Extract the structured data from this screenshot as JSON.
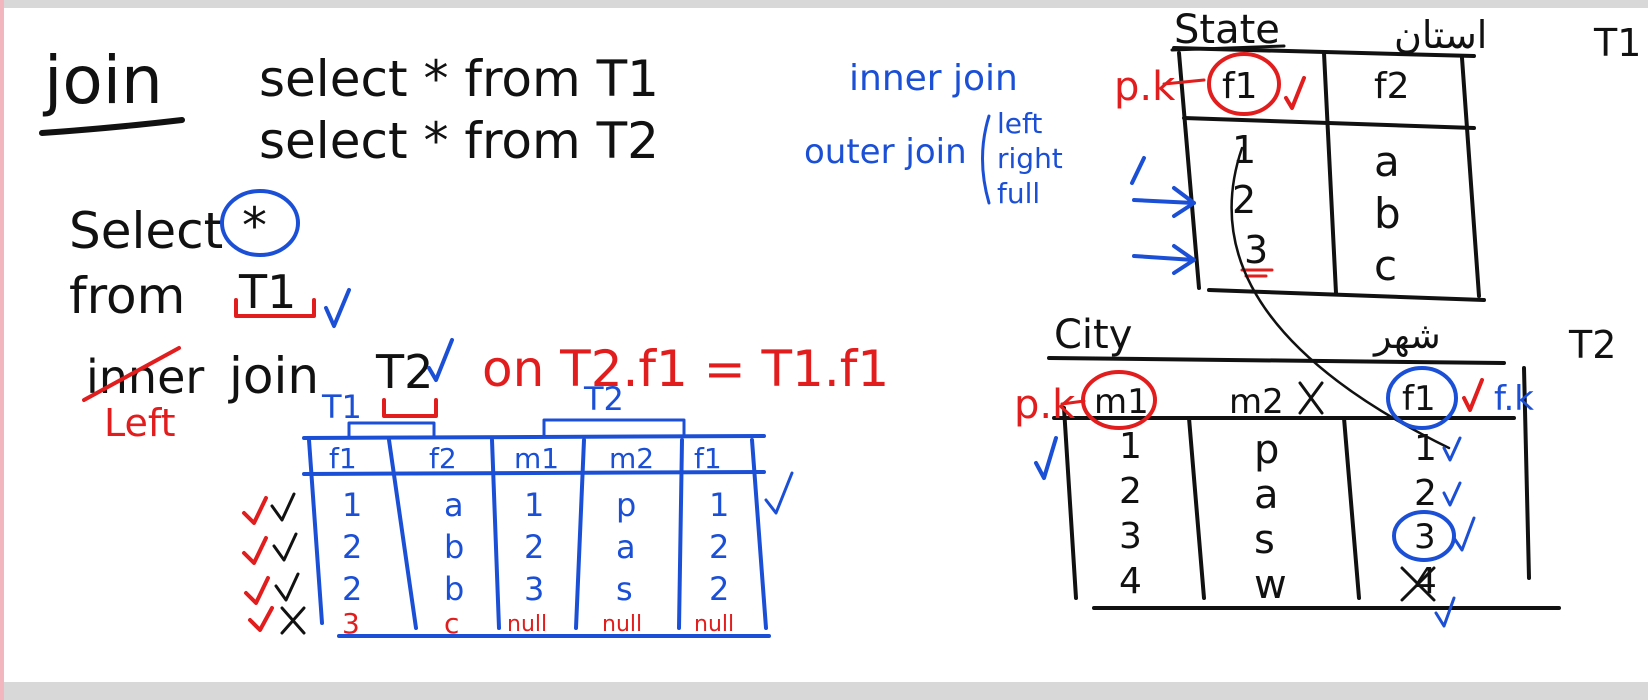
{
  "colors": {
    "ink": "#111111",
    "blue": "#1b4fd6",
    "red": "#e11d1d",
    "board": "#ffffff",
    "chrome": "#d8d8d8"
  },
  "top": {
    "join_title": "join",
    "select1": "select * from T1",
    "select2": "select * from T2",
    "inner_join": "inner join",
    "outer_join": "outer join",
    "outer_types": [
      "left",
      "right",
      "full"
    ]
  },
  "query": {
    "select": "Select",
    "star": "*",
    "from": "from",
    "t1": "T1",
    "inner_struck": "inner",
    "left": "Left",
    "join": "join",
    "t2": "T2",
    "on_clause": "on  T2.f1 = T1.f1"
  },
  "result": {
    "t1_label": "T1",
    "t2_label": "T2",
    "headers": [
      "f1",
      "f2",
      "m1",
      "m2",
      "f1"
    ],
    "rows": [
      [
        "1",
        "a",
        "1",
        "p",
        "1"
      ],
      [
        "2",
        "b",
        "2",
        "a",
        "2"
      ],
      [
        "2",
        "b",
        "3",
        "s",
        "2"
      ],
      [
        "3",
        "c",
        "null",
        "null",
        "null"
      ]
    ]
  },
  "state_table": {
    "name": "State",
    "arabic_title": "استان",
    "label": "T1",
    "pk": "p.k",
    "headers": [
      "f1",
      "f2"
    ],
    "rows": [
      [
        "1",
        "a"
      ],
      [
        "2",
        "b"
      ],
      [
        "3",
        "c"
      ]
    ]
  },
  "city_table": {
    "name": "City",
    "arabic_title": "شهر",
    "label": "T2",
    "pk": "p.k",
    "fk": "f.k",
    "headers": [
      "m1",
      "m2",
      "f1"
    ],
    "rows": [
      [
        "1",
        "p",
        "1"
      ],
      [
        "2",
        "a",
        "2"
      ],
      [
        "3",
        "s",
        "3"
      ],
      [
        "4",
        "w",
        "4"
      ]
    ]
  }
}
